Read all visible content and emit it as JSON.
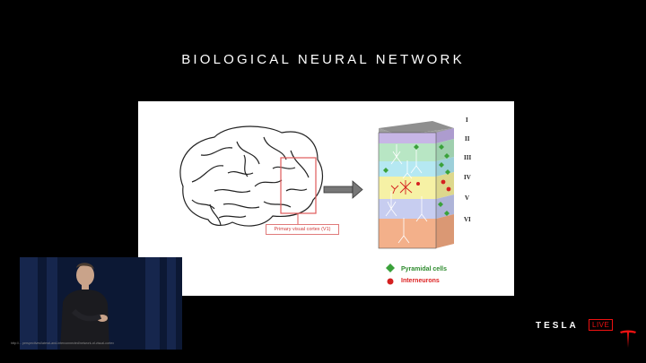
{
  "slide": {
    "title": "BIOLOGICAL NEURAL NETWORK",
    "roi_label": "Primary visual cortex (V1)",
    "layers": [
      "I",
      "II",
      "III",
      "IV",
      "V",
      "VI"
    ],
    "legend": {
      "pyramidal": "Pyramidal cells",
      "interneurons": "Interneurons"
    },
    "colors": {
      "pyramidal": "#3aa13a",
      "interneuron": "#d42020",
      "layer_I": "#c7b6e6",
      "layer_II": "#b8e6c4",
      "layer_III": "#b5e8f2",
      "layer_IV": "#f6f1a5",
      "layer_V": "#c7cdf0",
      "layer_VI": "#f3b08a"
    }
  },
  "video": {
    "credit": "http://... perspectives/lateral-and-interconnected/network-of-visual-cortex"
  },
  "branding": {
    "brand": "TESLA",
    "live": "LIVE"
  }
}
